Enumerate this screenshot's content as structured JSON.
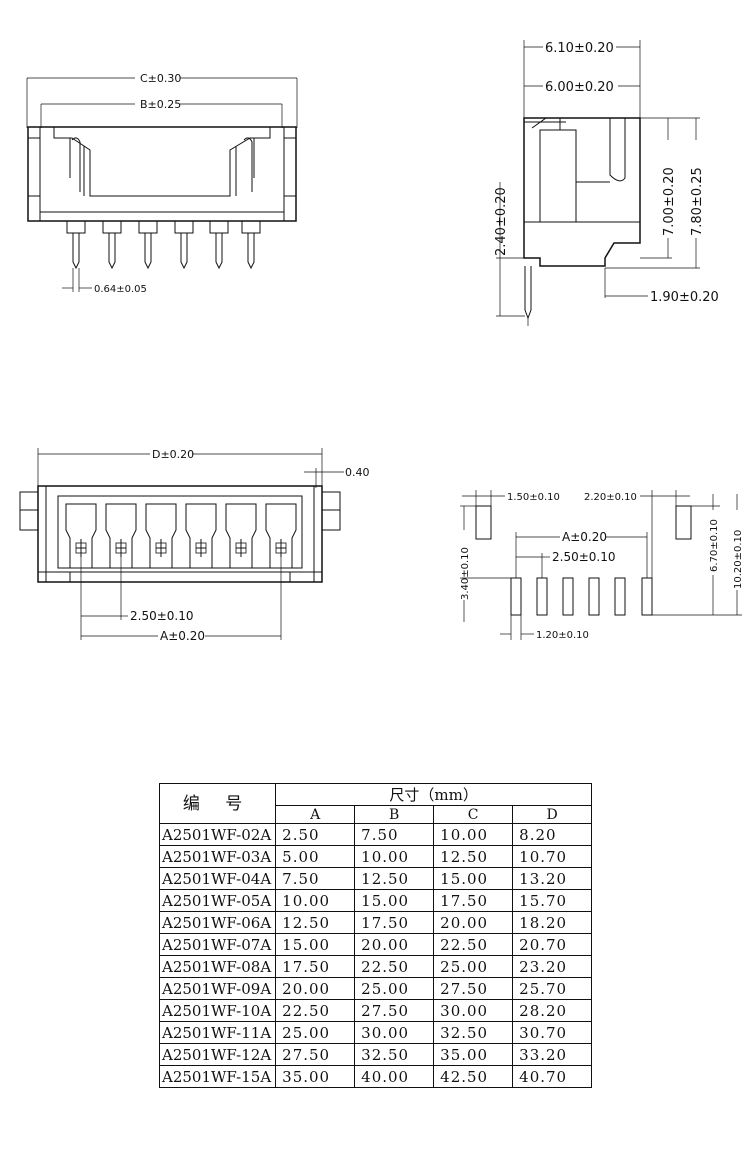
{
  "front_view": {
    "dim_c": "C±0.30",
    "dim_b": "B±0.25",
    "dim_pin": "0.64±0.05"
  },
  "side_view": {
    "dim_610": "6.10±0.20",
    "dim_600": "6.00±0.20",
    "dim_700": "7.00±0.20",
    "dim_780": "7.80±0.25",
    "dim_240": "2.40±0.20",
    "dim_190": "1.90±0.20"
  },
  "top_view": {
    "dim_d": "D±0.20",
    "dim_040": "0.40",
    "dim_pitch": "2.50±0.10",
    "dim_a": "A±0.20"
  },
  "pcb_layout": {
    "dim_150": "1.50±0.10",
    "dim_220": "2.20±0.10",
    "dim_a": "A±0.20",
    "dim_pitch": "2.50±0.10",
    "dim_670": "6.70±0.10",
    "dim_1020": "10.20±0.10",
    "dim_340": "3.40±0.10",
    "dim_120": "1.20±0.10"
  },
  "table": {
    "code_header": "编 号",
    "size_header": "尺寸（mm）",
    "columns": [
      "A",
      "B",
      "C",
      "D"
    ],
    "rows": [
      {
        "code": "A2501WF-02A",
        "a": "2.50",
        "b": "7.50",
        "c": "10.00",
        "d": "8.20"
      },
      {
        "code": "A2501WF-03A",
        "a": "5.00",
        "b": "10.00",
        "c": "12.50",
        "d": "10.70"
      },
      {
        "code": "A2501WF-04A",
        "a": "7.50",
        "b": "12.50",
        "c": "15.00",
        "d": "13.20"
      },
      {
        "code": "A2501WF-05A",
        "a": "10.00",
        "b": "15.00",
        "c": "17.50",
        "d": "15.70"
      },
      {
        "code": "A2501WF-06A",
        "a": "12.50",
        "b": "17.50",
        "c": "20.00",
        "d": "18.20"
      },
      {
        "code": "A2501WF-07A",
        "a": "15.00",
        "b": "20.00",
        "c": "22.50",
        "d": "20.70"
      },
      {
        "code": "A2501WF-08A",
        "a": "17.50",
        "b": "22.50",
        "c": "25.00",
        "d": "23.20"
      },
      {
        "code": "A2501WF-09A",
        "a": "20.00",
        "b": "25.00",
        "c": "27.50",
        "d": "25.70"
      },
      {
        "code": "A2501WF-10A",
        "a": "22.50",
        "b": "27.50",
        "c": "30.00",
        "d": "28.20"
      },
      {
        "code": "A2501WF-11A",
        "a": "25.00",
        "b": "30.00",
        "c": "32.50",
        "d": "30.70"
      },
      {
        "code": "A2501WF-12A",
        "a": "27.50",
        "b": "32.50",
        "c": "35.00",
        "d": "33.20"
      },
      {
        "code": "A2501WF-15A",
        "a": "35.00",
        "b": "40.00",
        "c": "42.50",
        "d": "40.70"
      }
    ]
  }
}
